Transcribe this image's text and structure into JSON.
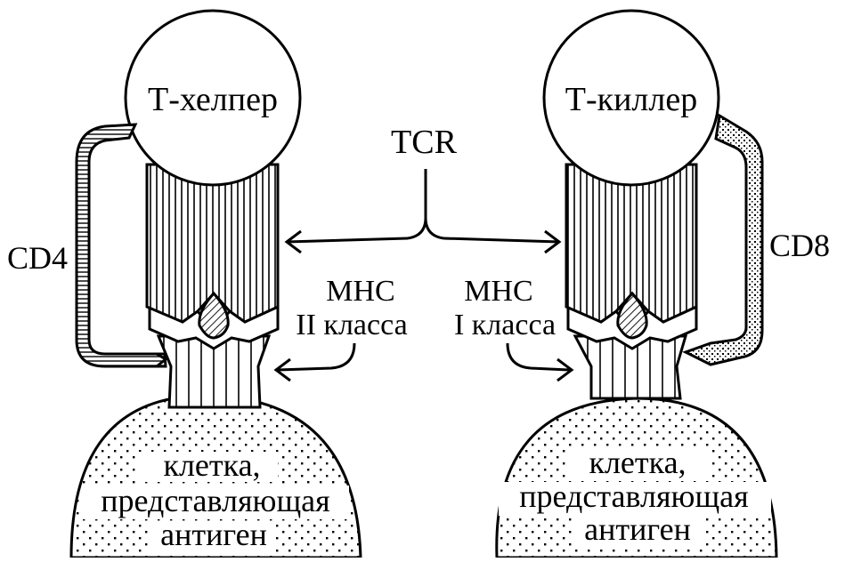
{
  "labels": {
    "t_helper": "Т-хелпер",
    "t_killer": "Т-киллер",
    "tcr": "TCR",
    "cd4": "CD4",
    "cd8": "CD8",
    "mhc_left_line1": "МНС",
    "mhc_left_line2": "II класса",
    "mhc_right_line1": "МНС",
    "mhc_right_line2": "I класса",
    "apc_left": [
      "клетка,",
      "представляющая",
      "антиген"
    ],
    "apc_right": [
      "клетка,",
      "представляющая",
      "антиген"
    ]
  },
  "colors": {
    "line": "#000000",
    "background": "#ffffff"
  }
}
